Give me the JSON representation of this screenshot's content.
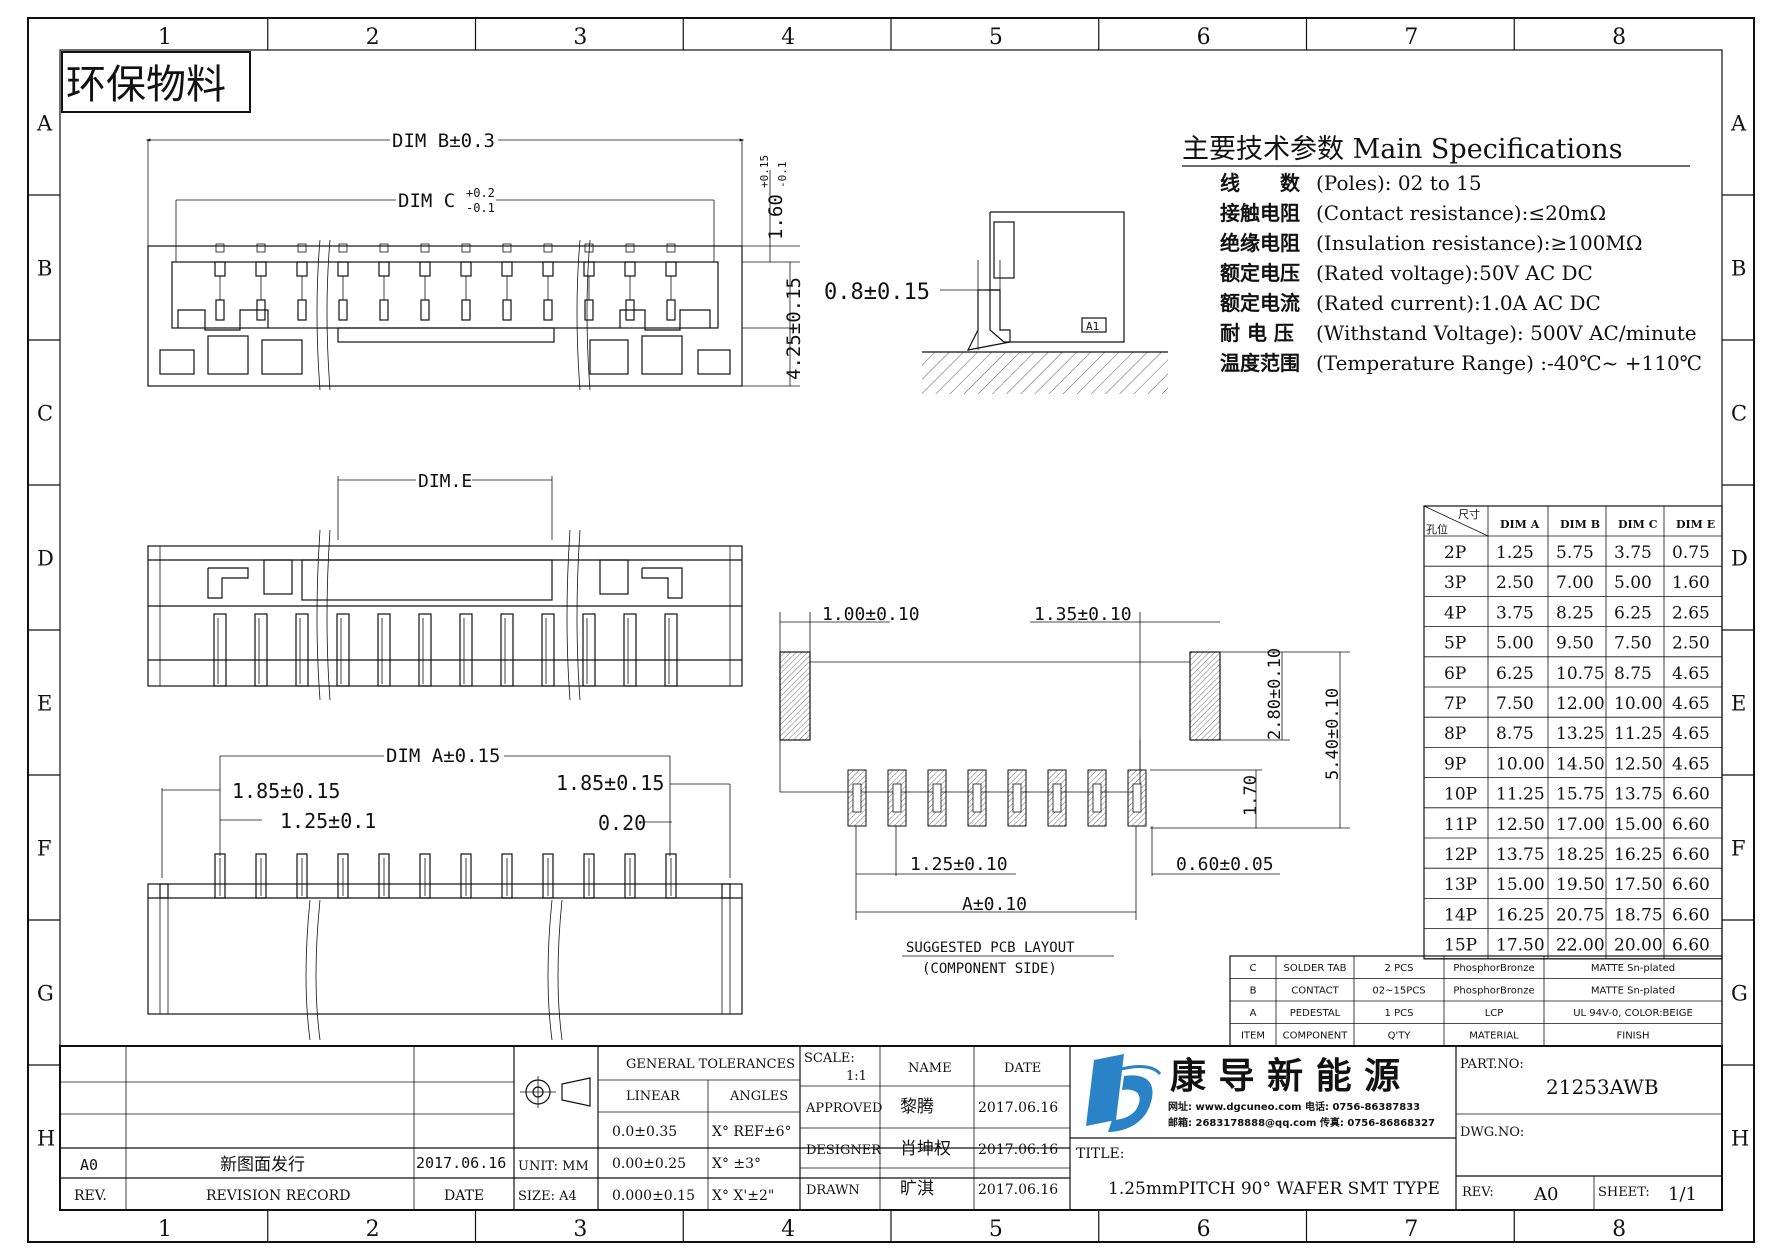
{
  "frame": {
    "col_labels": [
      "1",
      "2",
      "3",
      "4",
      "5",
      "6",
      "7",
      "8"
    ],
    "row_labels": [
      "A",
      "B",
      "C",
      "D",
      "E",
      "F",
      "G",
      "H"
    ]
  },
  "stamp": "环保物料",
  "specs": {
    "heading": "主要技术参数 Main Specifications",
    "lines": [
      {
        "cn": "线　　数",
        "en": "(Poles): 02 to 15"
      },
      {
        "cn": "接触电阻",
        "en": "(Contact resistance):≤20mΩ"
      },
      {
        "cn": "绝缘电阻",
        "en": "(Insulation resistance):≥100MΩ"
      },
      {
        "cn": "额定电压",
        "en": "(Rated voltage):50V AC DC"
      },
      {
        "cn": "额定电流",
        "en": "(Rated current):1.0A AC DC"
      },
      {
        "cn": "耐 电 压",
        "en": "(Withstand Voltage): 500V AC/minute"
      },
      {
        "cn": "温度范围",
        "en": "(Temperature Range) :-40℃~ +110℃"
      }
    ]
  },
  "dims": {
    "dim_b": "DIM B±0.3",
    "dim_c": "DIM C",
    "dim_c_tol_up": "+0.2",
    "dim_c_tol_dn": "-0.1",
    "h1": "1.60",
    "h1_tol_up": "+0.15",
    "h1_tol_dn": "-0.1",
    "h2": "4.25±0.15",
    "side_w": "0.8±0.15",
    "a1": "A1",
    "dim_e": "DIM.E",
    "dim_a": "DIM A±0.15",
    "l185": "1.85±0.15",
    "r185": "1.85±0.15",
    "p125": "1.25±0.1",
    "t020": "0.20"
  },
  "pcb": {
    "w100": "1.00±0.10",
    "w135": "1.35±0.10",
    "h280": "2.80±0.10",
    "h540": "5.40±0.10",
    "h170": "1.70",
    "p125": "1.25±0.10",
    "w060": "0.60±0.05",
    "a010": "A±0.10",
    "title1": "SUGGESTED PCB LAYOUT",
    "title2": "(COMPONENT SIDE)"
  },
  "dim_table": {
    "corner_top": "尺寸",
    "corner_bot": "孔位",
    "headers": [
      "DIM A",
      "DIM B",
      "DIM C",
      "DIM E"
    ],
    "rows": [
      [
        "2P",
        "1.25",
        "5.75",
        "3.75",
        "0.75"
      ],
      [
        "3P",
        "2.50",
        "7.00",
        "5.00",
        "1.60"
      ],
      [
        "4P",
        "3.75",
        "8.25",
        "6.25",
        "2.65"
      ],
      [
        "5P",
        "5.00",
        "9.50",
        "7.50",
        "2.50"
      ],
      [
        "6P",
        "6.25",
        "10.75",
        "8.75",
        "4.65"
      ],
      [
        "7P",
        "7.50",
        "12.00",
        "10.00",
        "4.65"
      ],
      [
        "8P",
        "8.75",
        "13.25",
        "11.25",
        "4.65"
      ],
      [
        "9P",
        "10.00",
        "14.50",
        "12.50",
        "4.65"
      ],
      [
        "10P",
        "11.25",
        "15.75",
        "13.75",
        "6.60"
      ],
      [
        "11P",
        "12.50",
        "17.00",
        "15.00",
        "6.60"
      ],
      [
        "12P",
        "13.75",
        "18.25",
        "16.25",
        "6.60"
      ],
      [
        "13P",
        "15.00",
        "19.50",
        "17.50",
        "6.60"
      ],
      [
        "14P",
        "16.25",
        "20.75",
        "18.75",
        "6.60"
      ],
      [
        "15P",
        "17.50",
        "22.00",
        "20.00",
        "6.60"
      ]
    ]
  },
  "bom": {
    "rows": [
      [
        "C",
        "SOLDER TAB",
        "2 PCS",
        "PhosphorBronze",
        "MATTE Sn-plated"
      ],
      [
        "B",
        "CONTACT",
        "02~15PCS",
        "PhosphorBronze",
        "MATTE Sn-plated"
      ],
      [
        "A",
        "PEDESTAL",
        "1 PCS",
        "LCP",
        "UL 94V-0, COLOR:BEIGE"
      ]
    ],
    "headers": [
      "ITEM",
      "COMPONENT",
      "Q'TY",
      "MATERIAL",
      "FINISH"
    ]
  },
  "title_block": {
    "rev_row": {
      "rev": "A0",
      "record": "新图面发行",
      "date": "2017.06.16"
    },
    "rev_head": {
      "rev": "REV.",
      "record": "REVISION RECORD",
      "date": "DATE"
    },
    "unit": "UNIT: MM",
    "size": "SIZE: A4",
    "general_tol": "GENERAL TOLERANCES",
    "linear": "LINEAR",
    "angles": "ANGLES",
    "tol_rows": [
      [
        "0.0±0.35",
        "X° REF±6°"
      ],
      [
        "0.00±0.25",
        "X° ±3°"
      ],
      [
        "0.000±0.15",
        "X° X'±2\""
      ]
    ],
    "scale_label": "SCALE:",
    "scale_value": "1:1",
    "name_head": "NAME",
    "date_head": "DATE",
    "people": [
      {
        "role": "APPROVED",
        "name": "黎腾",
        "date": "2017.06.16"
      },
      {
        "role": "DESIGNER",
        "name": "肖坤权",
        "date": "2017.06.16"
      },
      {
        "role": "DRAWN",
        "name": "旷淇",
        "date": "2017.06.16"
      }
    ],
    "company": "康 导 新 能 源",
    "contact1": "网址: www.dgcuneo.com  电话: 0756-86387833",
    "contact2": "邮箱: 2683178888@qq.com  传真: 0756-86868327",
    "title_label": "TITLE:",
    "title": "1.25mmPITCH 90° WAFER SMT TYPE",
    "part_label": "PART.NO:",
    "part_no": "21253AWB",
    "dwg_label": "DWG.NO:",
    "rev_label": "REV:",
    "rev_value": "A0",
    "sheet_label": "SHEET:",
    "sheet_value": "1/1"
  },
  "colors": {
    "logo_blue": "#2a83c6",
    "ink": "#111111"
  }
}
